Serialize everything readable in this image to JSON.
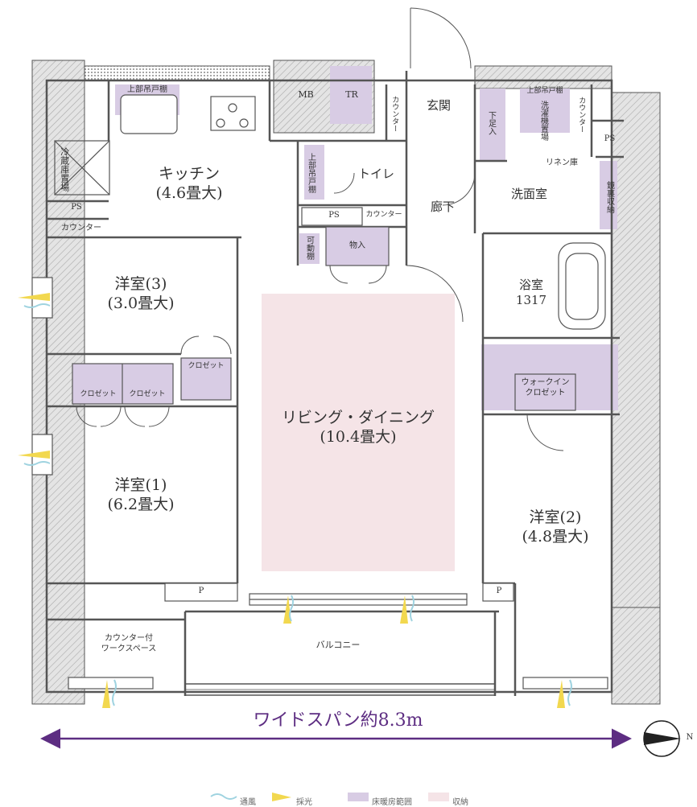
{
  "rooms": {
    "kitchen": {
      "name": "キッチン",
      "size": "(4.6畳大)"
    },
    "western3": {
      "name": "洋室(3)",
      "size": "(3.0畳大)"
    },
    "western1": {
      "name": "洋室(1)",
      "size": "(6.2畳大)"
    },
    "western2": {
      "name": "洋室(2)",
      "size": "(4.8畳大)"
    },
    "living": {
      "name": "リビング・ダイニング",
      "size": "(10.4畳大)"
    },
    "entrance": "玄関",
    "corridor": "廊下",
    "toilet": "トイレ",
    "washroom": "洗面室",
    "bath": {
      "name": "浴室",
      "size": "1317"
    },
    "balcony": "バルコニー",
    "workspace": "カウンター付\nワークスペース",
    "walkin": "ウォークイン\nクロゼット"
  },
  "fixtures": {
    "mb": "MB",
    "tr": "TR",
    "ps": "PS",
    "p": "P",
    "counter": "カウンター",
    "closet": "クロゼット",
    "storage": "物入",
    "linen": "リネン庫",
    "upper_cabinet": "上部吊戸棚",
    "upper_cabinet_vertical": "上部吊戸棚",
    "fridge": "冷蔵庫置場",
    "movable_shelf": "可動棚",
    "shoe_box": "下足入",
    "washer": "洗濯機置場",
    "mirror_storage": "鏡裏収納"
  },
  "span_label": "ワイドスパン約8.3m",
  "compass": "N",
  "legend": [
    {
      "icon": "ventilation",
      "label": "通風",
      "color": "#9fd3e0"
    },
    {
      "icon": "daylight",
      "label": "採光",
      "color": "#f2d84f"
    },
    {
      "icon": "floor-heating",
      "label": "床暖房範囲",
      "color": "#d8cce4"
    },
    {
      "icon": "storage",
      "label": "収納",
      "color": "#f5e4e7"
    }
  ],
  "colors": {
    "wall": "#555555",
    "hatch": "#cfcfcf",
    "heating": "#d8cce4",
    "storage": "#f5e4e7",
    "accent": "#5d2d82"
  }
}
